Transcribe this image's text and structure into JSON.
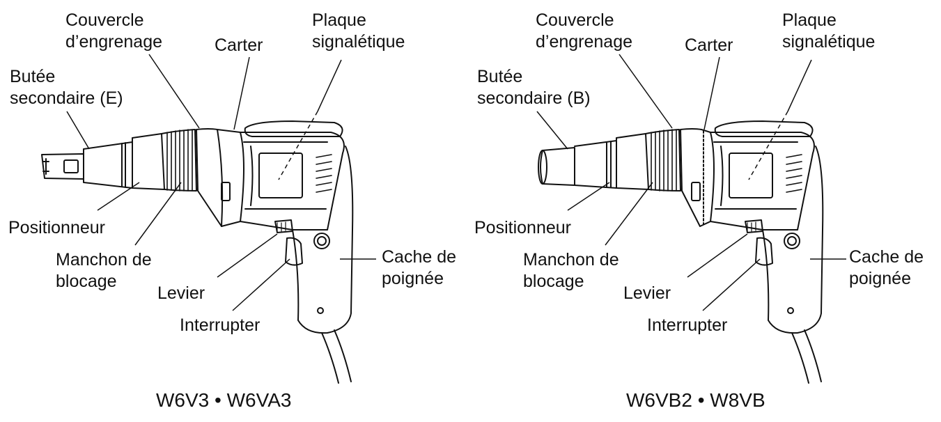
{
  "diagrams": [
    {
      "model": "W6V3 • W6VA3",
      "labels": {
        "couvercle_line1": "Couvercle",
        "couvercle_line2": "d’engrenage",
        "carter": "Carter",
        "plaque_line1": "Plaque",
        "plaque_line2": "signalétique",
        "butee_line1": "Butée",
        "butee_line2": "secondaire (E)",
        "positionneur": "Positionneur",
        "manchon_line1": "Manchon de",
        "manchon_line2": "blocage",
        "levier": "Levier",
        "interrupter": "Interrupter",
        "cache_line1": "Cache de",
        "cache_line2": "poignée"
      }
    },
    {
      "model": "W6VB2 • W8VB",
      "labels": {
        "couvercle_line1": "Couvercle",
        "couvercle_line2": "d’engrenage",
        "carter": "Carter",
        "plaque_line1": "Plaque",
        "plaque_line2": "signalétique",
        "butee_line1": "Butée",
        "butee_line2": "secondaire (B)",
        "positionneur": "Positionneur",
        "manchon_line1": "Manchon de",
        "manchon_line2": "blocage",
        "levier": "Levier",
        "interrupter": "Interrupter",
        "cache_line1": "Cache de",
        "cache_line2": "poignée"
      }
    }
  ]
}
